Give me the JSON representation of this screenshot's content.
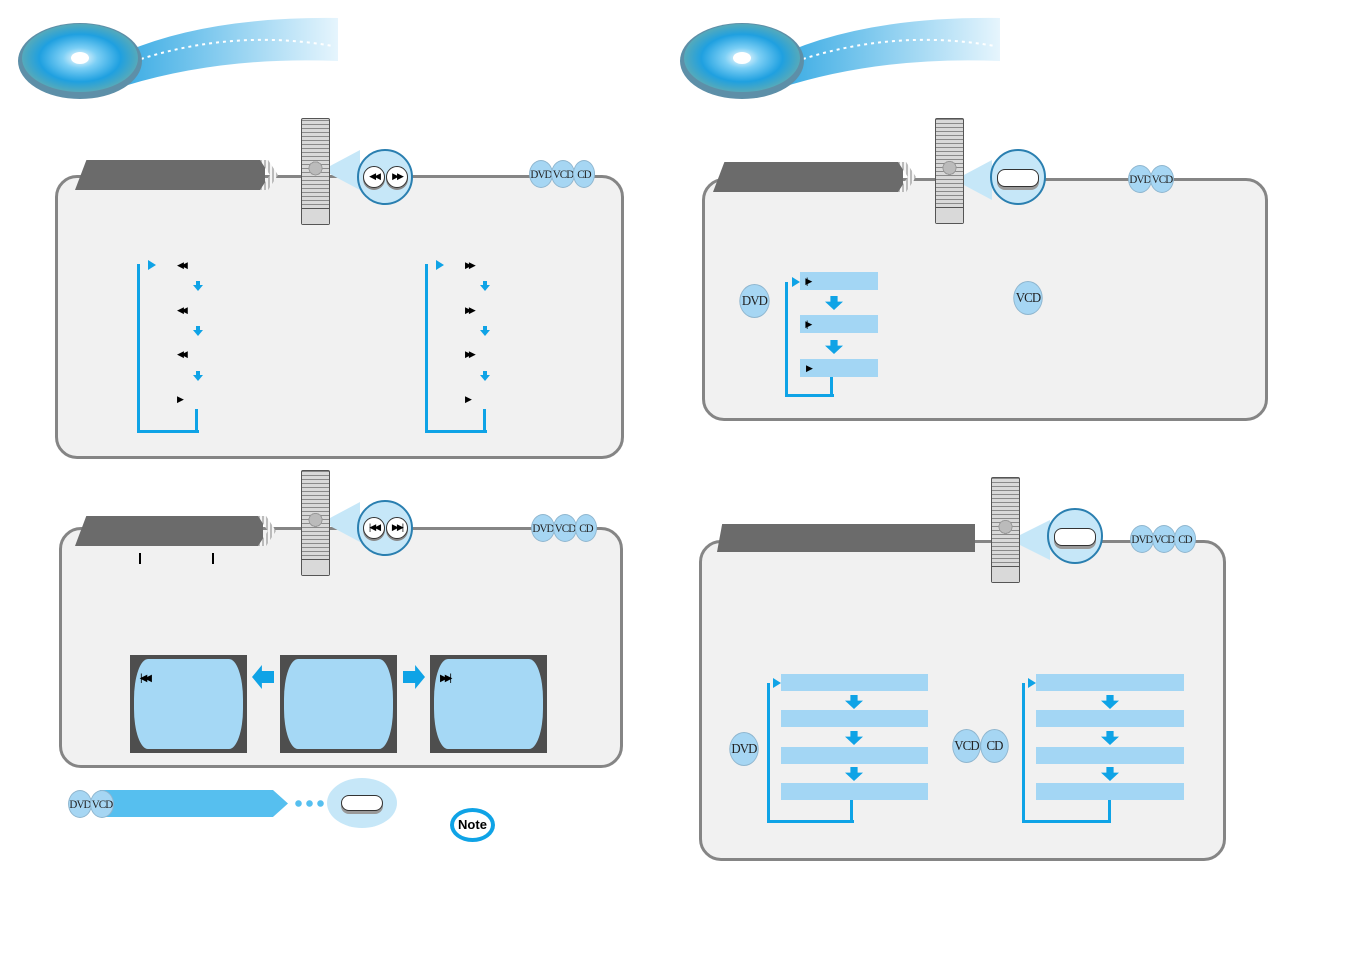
{
  "badges": {
    "dvd": "DVD",
    "vcd": "VCD",
    "cd": "CD"
  },
  "icons": {
    "rewind": "◀◀",
    "forward": "▶▶",
    "play": "▶",
    "step": "|▶",
    "prev": "|◀◀",
    "next": "▶▶|"
  },
  "note": "Note",
  "colors": {
    "accent": "#0fa3e6",
    "box": "#a3d6f4",
    "panel": "#f1f1f1",
    "title_bar": "#6b6b6b"
  }
}
